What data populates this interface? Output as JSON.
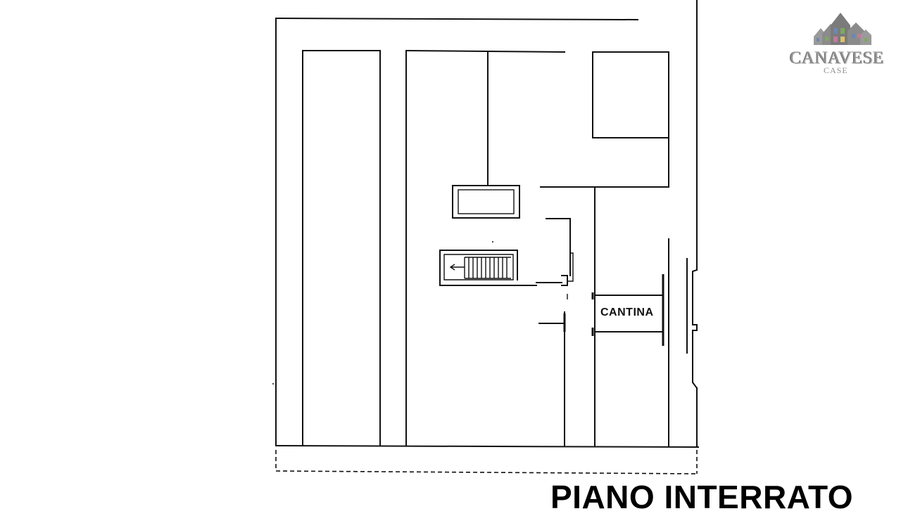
{
  "plan": {
    "room_label": "CANTINA",
    "floor_title": "PIANO INTERRATO"
  },
  "logo": {
    "name": "CANAVESE",
    "sub": "CASE",
    "icon": "house-roofs-icon",
    "colors": {
      "text": "#8f8f8f",
      "accent_blue": "#6f86b0",
      "accent_green": "#7fa85e",
      "accent_pink": "#c07b9a"
    }
  }
}
